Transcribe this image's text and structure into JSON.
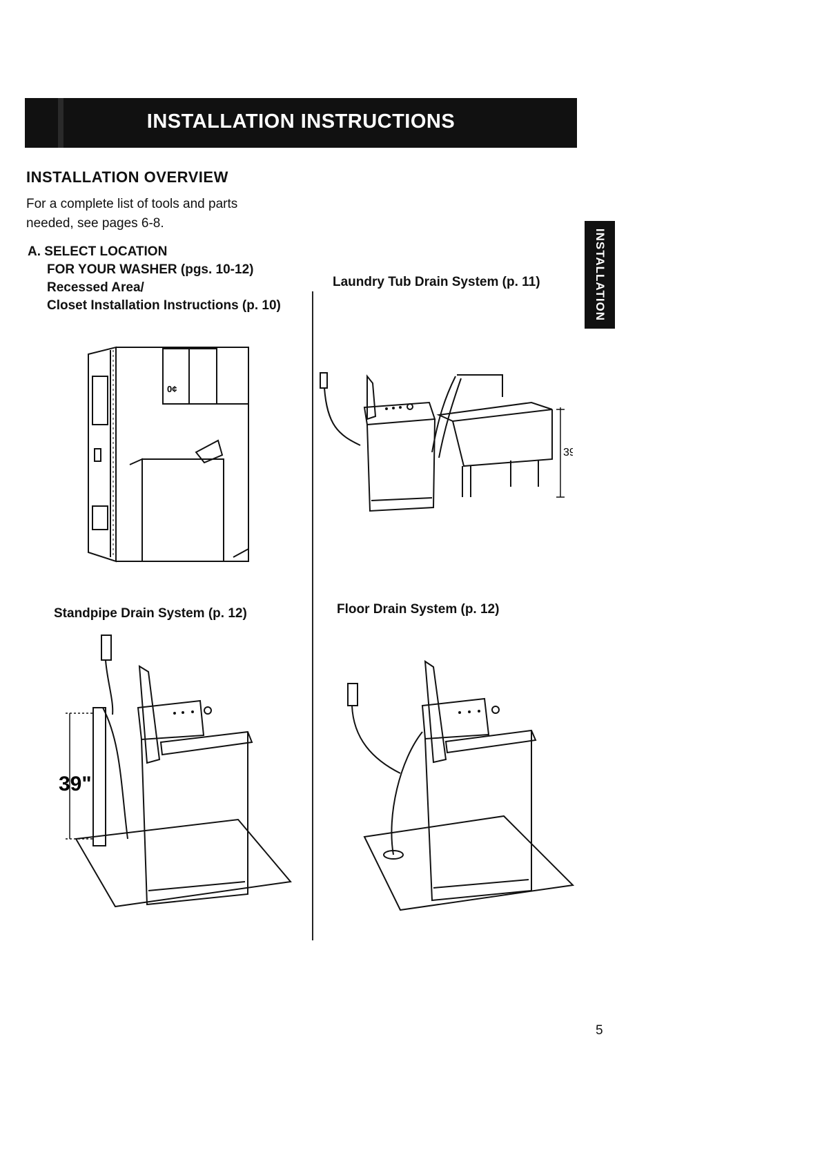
{
  "banner": {
    "title": "INSTALLATION INSTRUCTIONS"
  },
  "side_tab": {
    "label": "INSTALLATION"
  },
  "section": {
    "heading": "INSTALLATION OVERVIEW",
    "intro_line1": "For a complete list of tools and parts",
    "intro_line2": "needed, see pages 6-8."
  },
  "step_a": {
    "line1": "A. SELECT LOCATION",
    "line2": "FOR YOUR WASHER (pgs. 10-12)",
    "line3": "Recessed Area/",
    "line4": "Closet Installation Instructions (p. 10)"
  },
  "figures": {
    "laundry_tub_label": "Laundry Tub Drain System (p. 11)",
    "laundry_tub_height": "39\"",
    "standpipe_label": "Standpipe Drain System (p. 12)",
    "standpipe_height": "39\"",
    "floor_drain_label": "Floor Drain System (p. 12)"
  },
  "page": {
    "number": "5"
  }
}
